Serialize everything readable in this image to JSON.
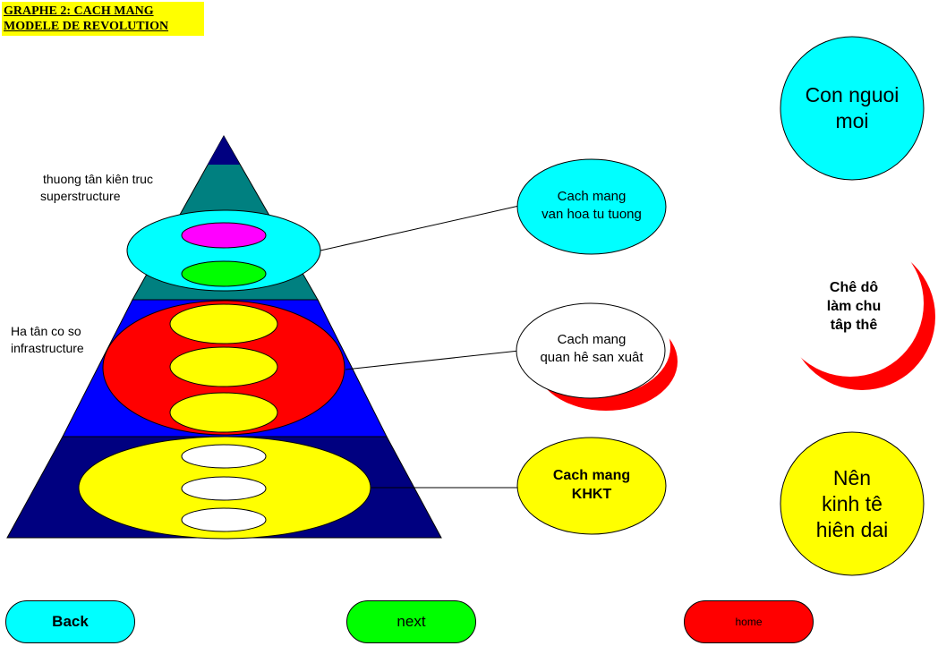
{
  "title": {
    "line1": "GRAPHE 2: CACH MANG",
    "line2": "MODELE DE REVOLUTION "
  },
  "pyramid": {
    "superstructure_label": {
      "line1": "thuong tân kiên truc",
      "line2": "superstructure"
    },
    "infrastructure_label": {
      "line1": "Ha tân co so",
      "line2": "infrastructure"
    }
  },
  "revolutions": [
    {
      "line1": "Cach mang",
      "line2": "van hoa tu tuong"
    },
    {
      "line1": "Cach mang",
      "line2": "quan hê san xuât"
    },
    {
      "line1": "Cach mang",
      "line2": "KHKT"
    }
  ],
  "outcomes": [
    {
      "line1": "Con nguoi",
      "line2": "moi"
    },
    {
      "line1": "Chê dô",
      "line2": "làm chu",
      "line3": "tâp thê"
    },
    {
      "line1": "Nên",
      "line2": "kinh tê",
      "line3": "hiên dai"
    }
  ],
  "nav": {
    "back": "Back",
    "next": "next",
    "home": "home"
  },
  "colors": {
    "cyan": "#00ffff",
    "yellow": "#ffff00",
    "red": "#ff0000",
    "green": "#00ff00",
    "magenta": "#ff00ff",
    "navy": "#000080",
    "blue": "#0000ff",
    "teal": "#008080"
  }
}
